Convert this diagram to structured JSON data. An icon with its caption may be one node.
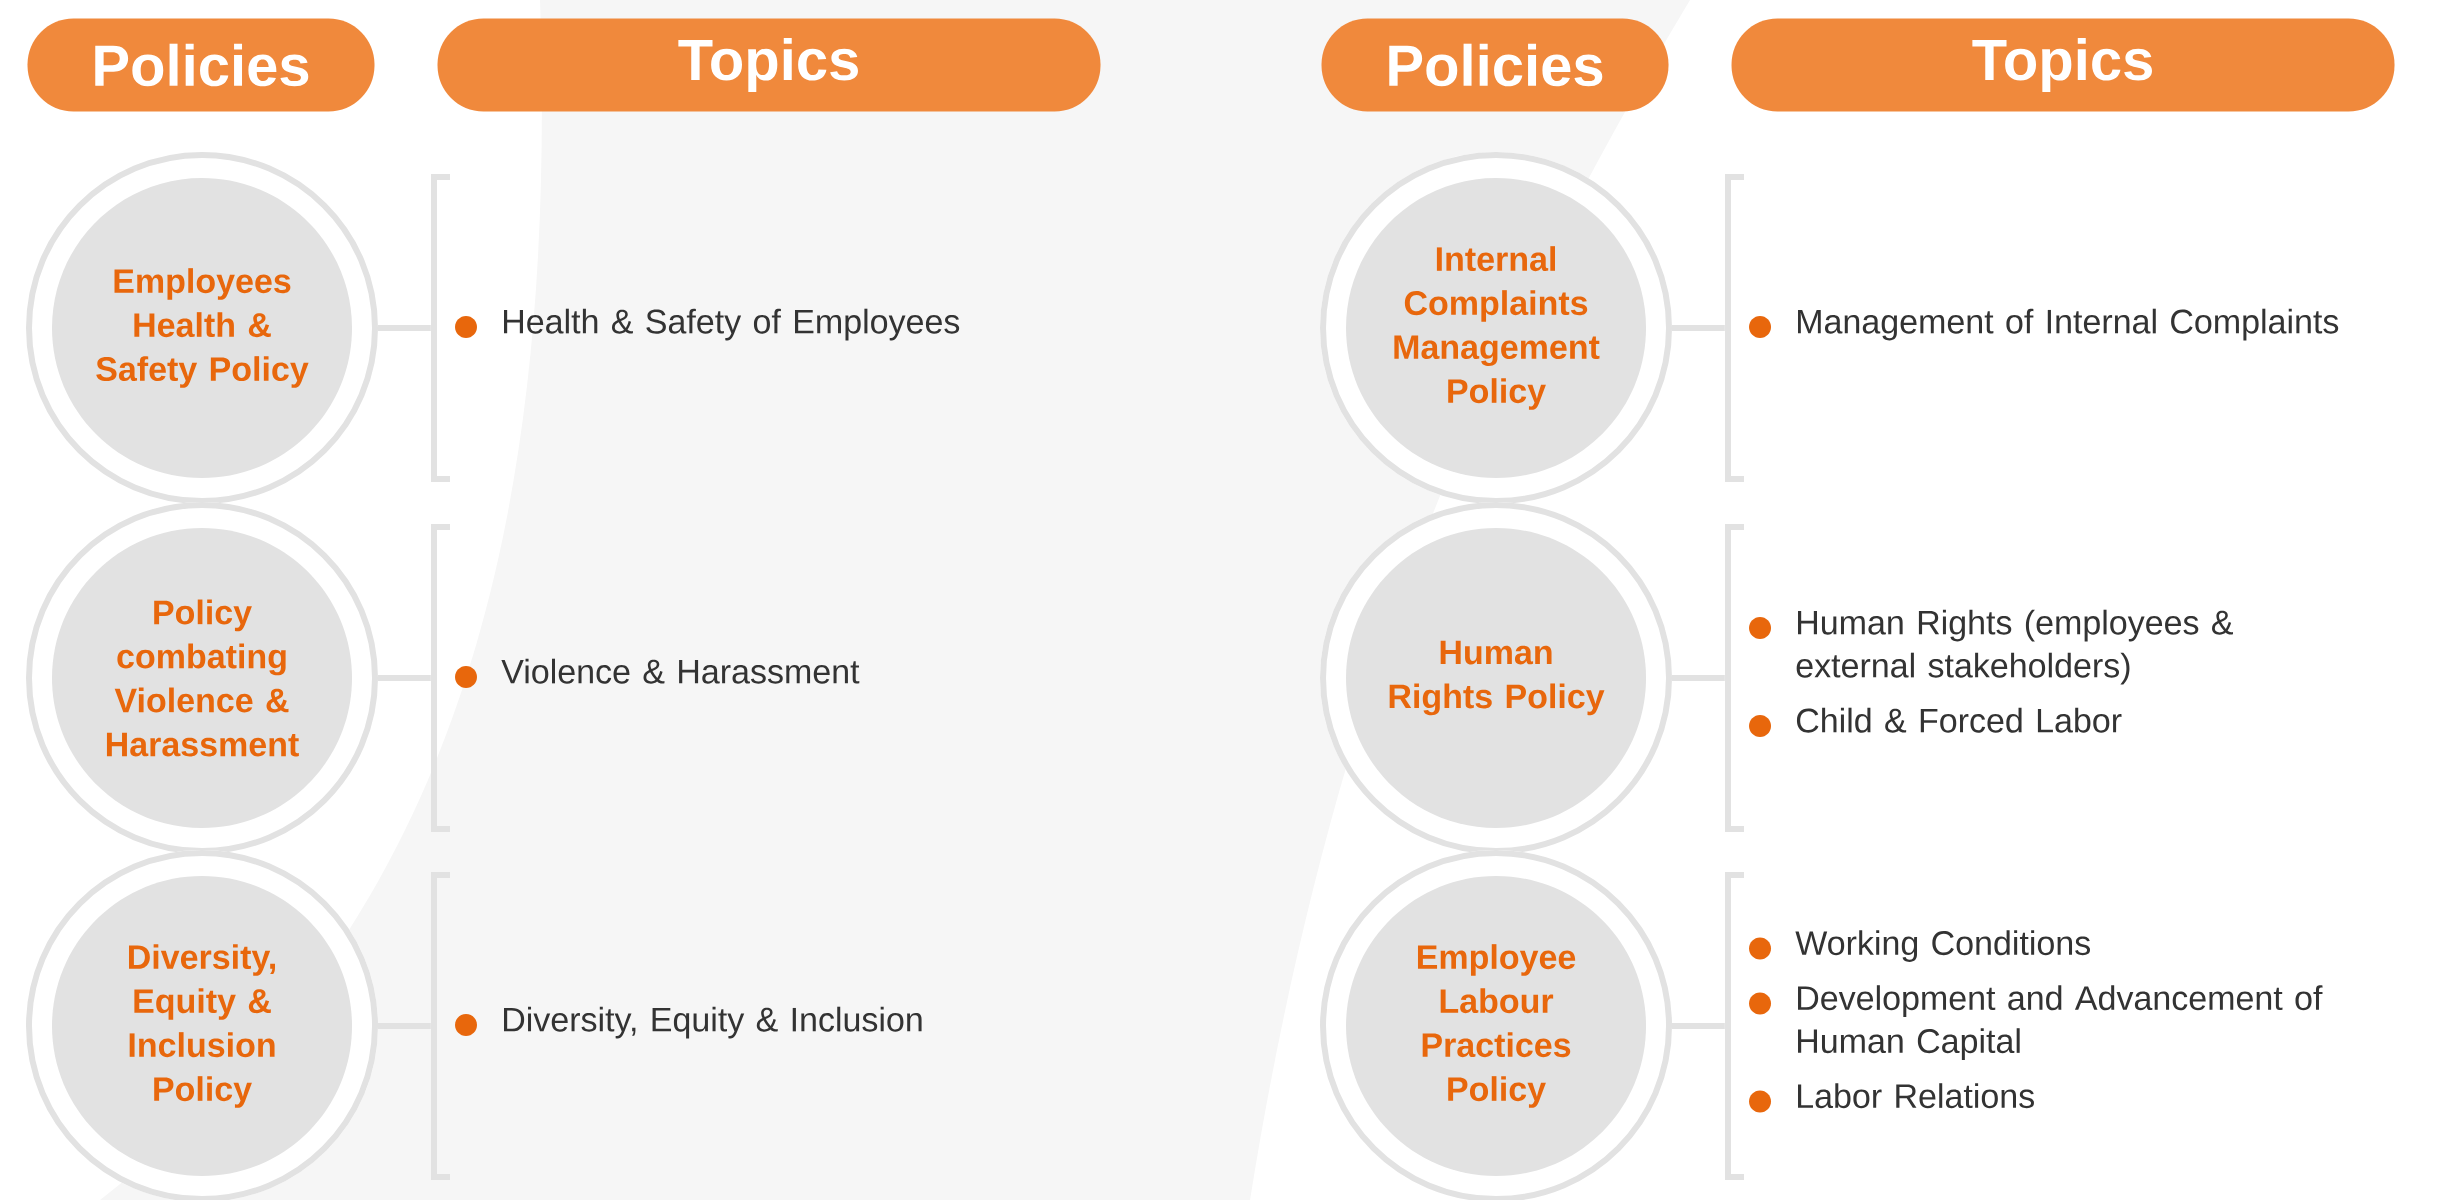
{
  "diagram": {
    "nodes": [
      {
        "text": [
          "Policies"
        ]
      },
      {
        "text": [
          "Topics"
        ]
      },
      {
        "text": [
          "Policies"
        ]
      },
      {
        "text": [
          "Topics"
        ]
      },
      {
        "text": [
          "Employees Health & Safety Policy"
        ]
      },
      {
        "text": [
          "Health & Safety of Employees"
        ]
      },
      {
        "text": [
          "Policy combating Violence & Harassment"
        ]
      },
      {
        "text": [
          "Violence & Harassment"
        ]
      },
      {
        "text": [
          "Diversity, Equity & Inclusion Policy"
        ]
      },
      {
        "text": [
          "Diversity, Equity & Inclusion"
        ]
      },
      {
        "text": [
          "Internal Complaints Management Policy"
        ]
      },
      {
        "text": [
          "Management of Internal Complaints"
        ]
      },
      {
        "text": [
          "Human Rights Policy"
        ]
      },
      {
        "text": [
          "Human Rights (employees & external stakeholders)",
          "Child & Forced Labor"
        ]
      },
      {
        "text": [
          "Employee Labour Practices Policy"
        ]
      },
      {
        "text": [
          "Working Conditions",
          "Development and Advancement of Human Capital",
          "Labor Relations"
        ]
      }
    ],
    "edges": [
      {
        "from": 4,
        "to": 5,
        "arrow": "none"
      },
      {
        "from": 6,
        "to": 7,
        "arrow": "none"
      },
      {
        "from": 8,
        "to": 9,
        "arrow": "none"
      },
      {
        "from": 10,
        "to": 11,
        "arrow": "none"
      },
      {
        "from": 12,
        "to": 13,
        "arrow": "none"
      },
      {
        "from": 14,
        "to": 15,
        "arrow": "none"
      }
    ]
  }
}
